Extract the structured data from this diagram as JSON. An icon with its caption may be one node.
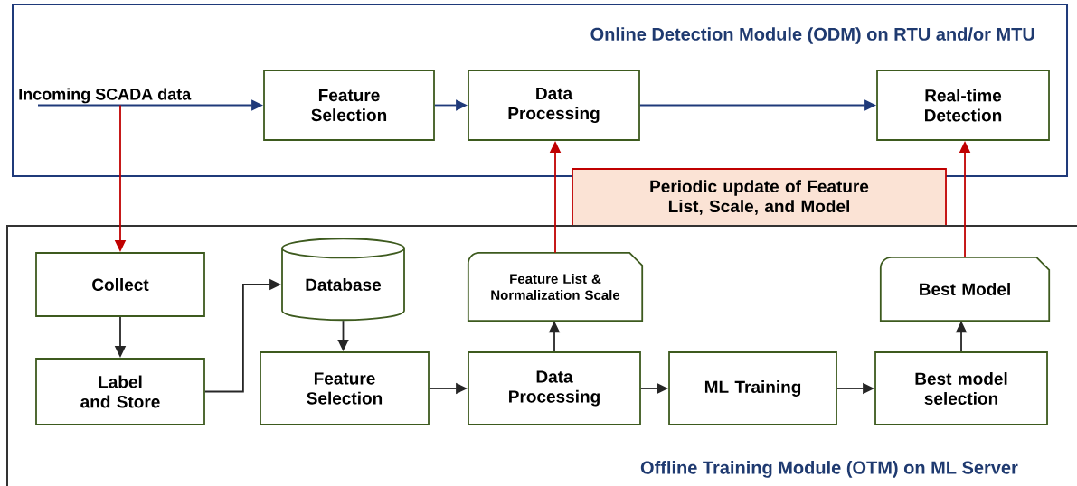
{
  "diagram": {
    "nodes": [
      {
        "text": [
          "Online Detection Module (ODM) on RTU and/or MTU"
        ]
      },
      {
        "text": [
          "Incoming SCADA data"
        ],
        "in": 0
      },
      {
        "text": [
          "Feature Selection"
        ],
        "in": 0
      },
      {
        "text": [
          "Data Processing"
        ],
        "in": 0
      },
      {
        "text": [
          "Real-time Detection"
        ],
        "in": 0
      },
      {
        "text": [
          "Periodic update of Feature List, Scale, and Model"
        ]
      },
      {
        "text": [
          "Offline Training Module (OTM) on ML Server"
        ]
      },
      {
        "text": [
          "Collect"
        ],
        "in": 6
      },
      {
        "text": [
          "Label and Store"
        ],
        "in": 6
      },
      {
        "text": [
          "Database"
        ],
        "in": 6
      },
      {
        "text": [
          "Feature Selection"
        ],
        "in": 6
      },
      {
        "text": [
          "Feature List & Normalization Scale"
        ],
        "in": 6
      },
      {
        "text": [
          "Data Processing"
        ],
        "in": 6
      },
      {
        "text": [
          "ML Training"
        ],
        "in": 6
      },
      {
        "text": [
          "Best model selection"
        ],
        "in": 6
      },
      {
        "text": [
          "Best Model"
        ],
        "in": 6
      }
    ],
    "edges": [
      {
        "from": 1,
        "to": 2,
        "arrow": "to",
        "color": "#1f3a7a"
      },
      {
        "from": 2,
        "to": 3,
        "arrow": "to",
        "color": "#1f3a7a"
      },
      {
        "from": 3,
        "to": 4,
        "arrow": "to",
        "color": "#1f3a7a"
      },
      {
        "from": 1,
        "to": 7,
        "arrow": "to",
        "color": "#c00000"
      },
      {
        "from": 7,
        "to": 8,
        "arrow": "to"
      },
      {
        "from": 8,
        "to": 9,
        "arrow": "to"
      },
      {
        "from": 9,
        "to": 10,
        "arrow": "to"
      },
      {
        "from": 10,
        "to": 12,
        "arrow": "to"
      },
      {
        "from": 12,
        "to": 11,
        "arrow": "to"
      },
      {
        "from": 12,
        "to": 13,
        "arrow": "to"
      },
      {
        "from": 13,
        "to": 14,
        "arrow": "to"
      },
      {
        "from": 14,
        "to": 15,
        "arrow": "to"
      },
      {
        "from": 11,
        "to": 3,
        "arrow": "to",
        "color": "#c00000"
      },
      {
        "from": 15,
        "to": 4,
        "arrow": "to",
        "color": "#c00000"
      }
    ]
  }
}
